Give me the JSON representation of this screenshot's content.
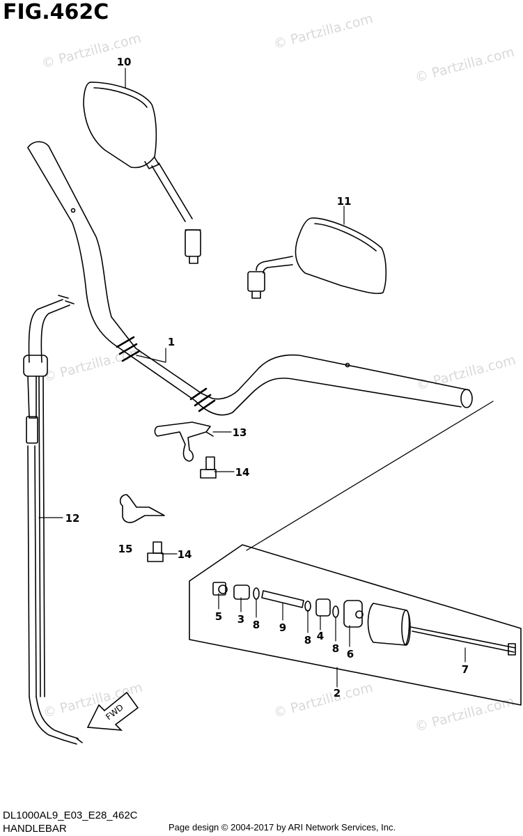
{
  "figure": {
    "title": "FIG.462C",
    "code": "DL1000AL9_E03_E28_462C",
    "name": "HANDLEBAR",
    "copyright": "Page design © 2004-2017 by ARI Network Services, Inc."
  },
  "watermark": {
    "text": "© Partzilla.com",
    "color": "#d8d8d8"
  },
  "fwd_label": "FWD",
  "callouts": [
    "1",
    "2",
    "3",
    "4",
    "5",
    "6",
    "7",
    "8",
    "8",
    "8",
    "9",
    "10",
    "11",
    "12",
    "13",
    "14",
    "14",
    "15"
  ]
}
